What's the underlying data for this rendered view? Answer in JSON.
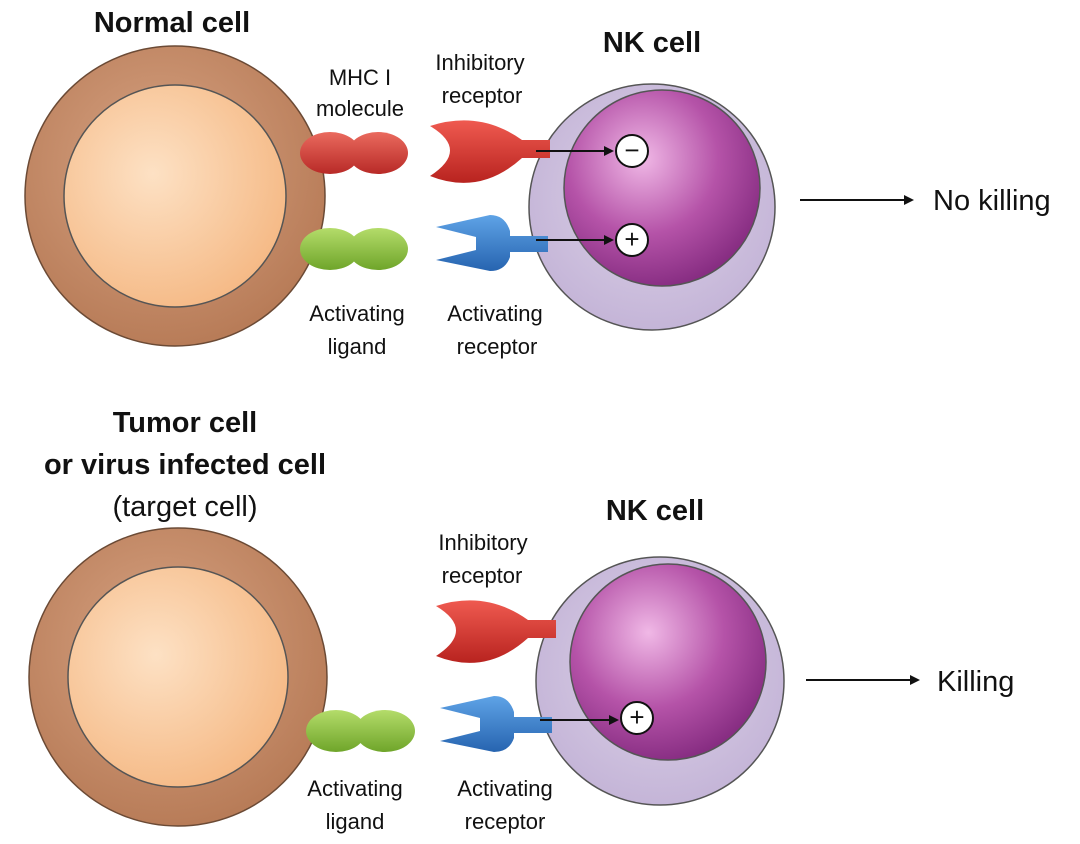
{
  "panels": [
    {
      "title_lines": [
        "Normal cell"
      ],
      "mhc_label": [
        "MHC I",
        "molecule"
      ],
      "inhibitory_label": [
        "Inhibitory",
        "receptor"
      ],
      "nk_title": "NK cell",
      "ligand_label": [
        "Activating",
        "ligand"
      ],
      "activating_label": [
        "Activating",
        "receptor"
      ],
      "inhibitory_sign": "−",
      "activating_sign": "+",
      "outcome": "No killing",
      "has_mhc": true
    },
    {
      "title_lines": [
        "Tumor cell",
        "or virus infected cell"
      ],
      "subtitle": "(target cell)",
      "inhibitory_label": [
        "Inhibitory",
        "receptor"
      ],
      "nk_title": "NK cell",
      "ligand_label": [
        "Activating",
        "ligand"
      ],
      "activating_label": [
        "Activating",
        "receptor"
      ],
      "activating_sign": "+",
      "outcome": "Killing",
      "has_mhc": false
    }
  ],
  "colors": {
    "cell_outer": "#c8906c",
    "cell_inner": "#f9c598",
    "nk_outer": "#cdbfdc",
    "nk_inner": "#9c3b95",
    "mhc": "#d83a35",
    "ligand": "#8ec23e",
    "inhibitory_receptor": "#d9322e",
    "activating_receptor": "#3b82cf"
  }
}
